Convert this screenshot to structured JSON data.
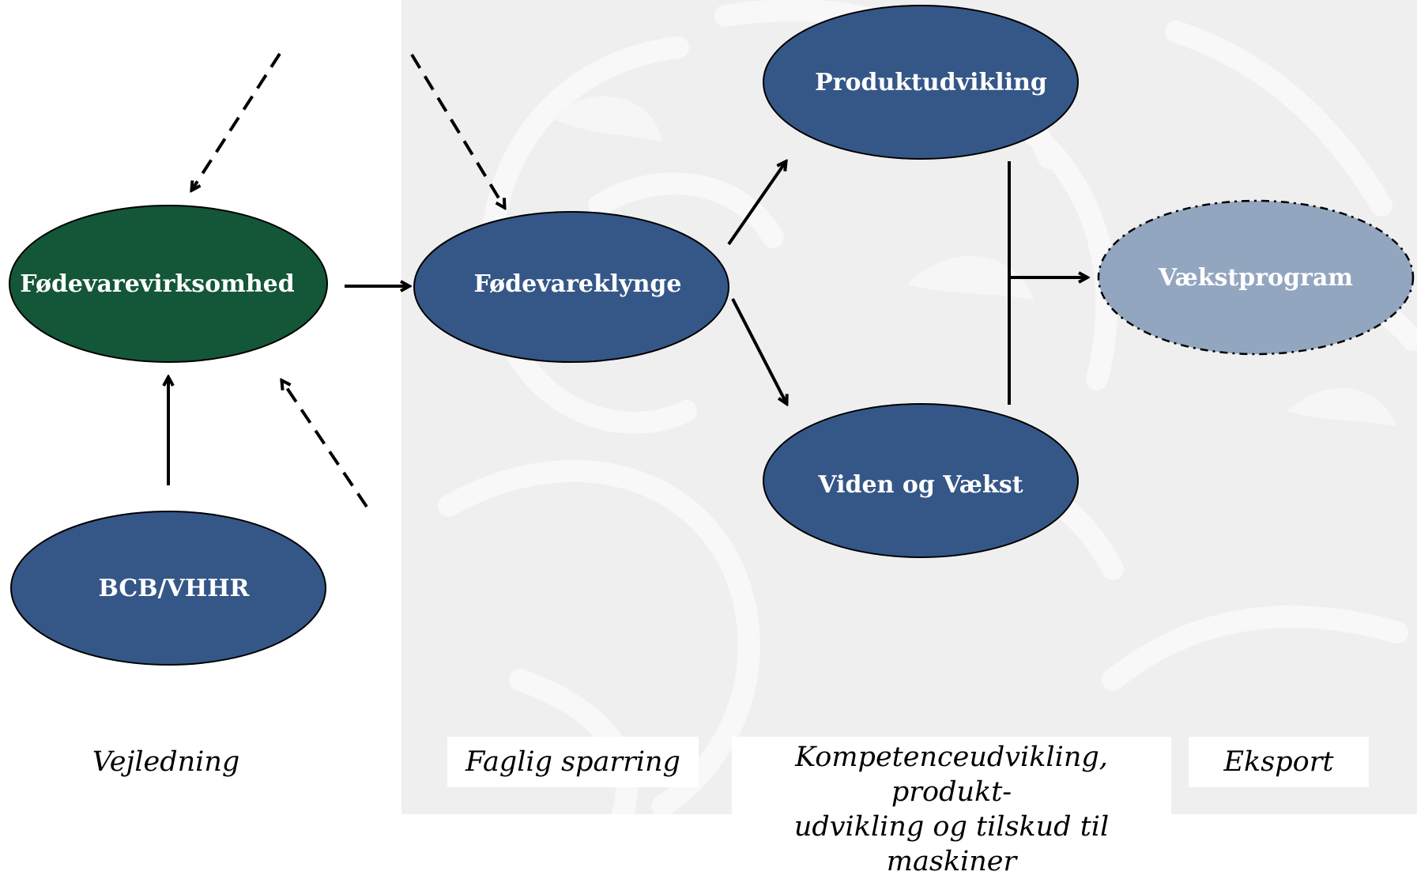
{
  "nodes": {
    "foedevarevirksomhed": "Fødevarevirksomhed",
    "foedevareklynge": "Fødevareklynge",
    "produktudvikling": "Produktudvikling",
    "viden_og_vaekst": "Viden og Vækst",
    "vaekstprogram": "Vækstprogram",
    "bcb_vhhr": "BCB/VHHR"
  },
  "captions": {
    "vejledning": "Vejledning",
    "faglig_sparring": "Faglig sparring",
    "kompetence_line1": "Kompetenceudvikling, produkt-",
    "kompetence_line2": "udvikling og tilskud til maskiner",
    "eksport": "Eksport"
  },
  "colors": {
    "green_node": "#145638",
    "blue_node": "#355787",
    "light_node": "#93a6c0",
    "panel_bg": "#efefef"
  }
}
